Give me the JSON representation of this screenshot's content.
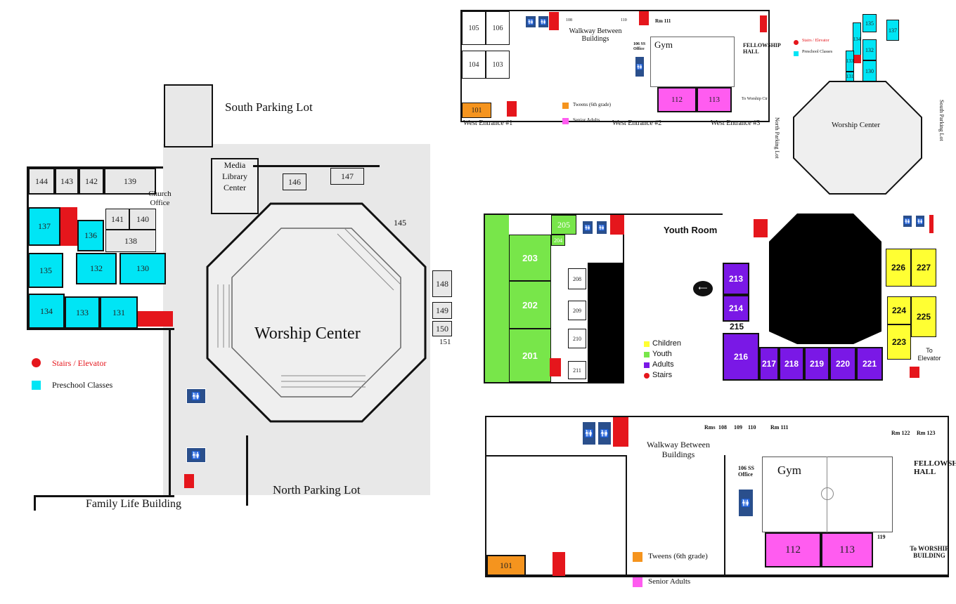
{
  "colors": {
    "preschool": "#00e5f5",
    "stairs": "#e5161c",
    "senior": "#ff5cf0",
    "tweens": "#f5941e",
    "youth": "#78e64a",
    "adults": "#7a18e6",
    "children": "#ffff33",
    "restroom": "#2a4f8c"
  },
  "left_map": {
    "south_parking": "South Parking Lot",
    "north_parking": "North Parking Lot",
    "family_life": "Family Life Building",
    "worship_center": "Worship Center",
    "media_library": "Media Library Center",
    "church_office": "Church Office",
    "rooms": [
      "144",
      "143",
      "142",
      "139",
      "141",
      "140",
      "138",
      "137",
      "136",
      "135",
      "132",
      "130",
      "134",
      "133",
      "131",
      "146",
      "147",
      "145",
      "148",
      "149",
      "150",
      "151"
    ],
    "legend": {
      "stairs": "Stairs / Elevator",
      "preschool": "Preschool Classes"
    }
  },
  "top_map": {
    "walkway": "Walkway Between Buildings",
    "gym": "Gym",
    "fellowship": "FELLOWSHIP HALL",
    "west1": "West Entrance #1",
    "west2": "West Entrance #2",
    "west3": "West Entrance #3",
    "to_worship": "To Worship Ctr",
    "north_parking": "North Parking Lot",
    "south_parking": "South Parking Lot",
    "worship_center": "Worship Center",
    "ss_office": "106 SS Office",
    "rooms": [
      "105",
      "106",
      "104",
      "103",
      "101",
      "108",
      "110",
      "Rm 111",
      "112",
      "113",
      "135",
      "137",
      "134",
      "133",
      "131",
      "132",
      "130"
    ],
    "legend": {
      "stairs": "Stairs / Elevator",
      "preschool": "Preschool Classes",
      "tweens": "Tweens (6th grade)",
      "senior": "Senior Adults"
    }
  },
  "mid_map": {
    "youth_room": "Youth Room",
    "to_elevator": "To Elevator",
    "rooms": {
      "green": [
        "205",
        "204",
        "203",
        "202",
        "201"
      ],
      "white": [
        "208",
        "209",
        "210",
        "211"
      ],
      "purple": [
        "213",
        "214",
        "216",
        "217",
        "218",
        "219",
        "220",
        "221"
      ],
      "plain": "215",
      "yellow": [
        "226",
        "227",
        "224",
        "225",
        "223"
      ]
    },
    "legend": {
      "children": "Children",
      "youth": "Youth",
      "adults": "Adults",
      "stairs": "Stairs"
    }
  },
  "bottom_map": {
    "walkway": "Walkway Between Buildings",
    "gym": "Gym",
    "fellowship": "FELLOWSHIP HALL",
    "ss_office": "106 SS Office",
    "to_worship": "To WORSHIP BUILDING",
    "rooms": {
      "rms": "Rms",
      "r108": "108",
      "r109": "109",
      "r110": "110",
      "r111": "Rm 111",
      "r122": "Rm 122",
      "r123": "Rm 123",
      "r101": "101",
      "r112": "112",
      "r113": "113",
      "r119": "119"
    },
    "legend": {
      "tweens": "Tweens (6th grade)",
      "senior": "Senior Adults"
    }
  }
}
